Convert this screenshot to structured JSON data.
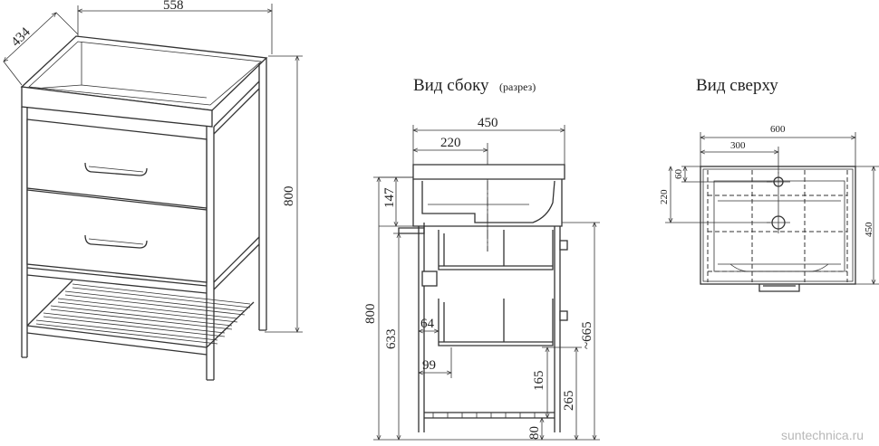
{
  "views": {
    "side_title": "Вид сбоку",
    "side_subtitle": "(разрез)",
    "top_title": "Вид сверху"
  },
  "dimensions": {
    "iso_width": "558",
    "iso_depth": "434",
    "iso_height": "800",
    "side_width": "450",
    "side_sink_offset": "220",
    "side_sink_depth": "147",
    "side_total_height": "800",
    "side_legs": "633",
    "side_drawer_offset": "64",
    "side_lower_offset": "99",
    "side_shelf": "165",
    "side_shelf_top": "265",
    "side_foot": "80",
    "side_inner": "~665",
    "top_width": "600",
    "top_center": "300",
    "top_drain": "60",
    "top_tap": "220",
    "top_depth": "450"
  },
  "watermark": "suntechnica.ru"
}
